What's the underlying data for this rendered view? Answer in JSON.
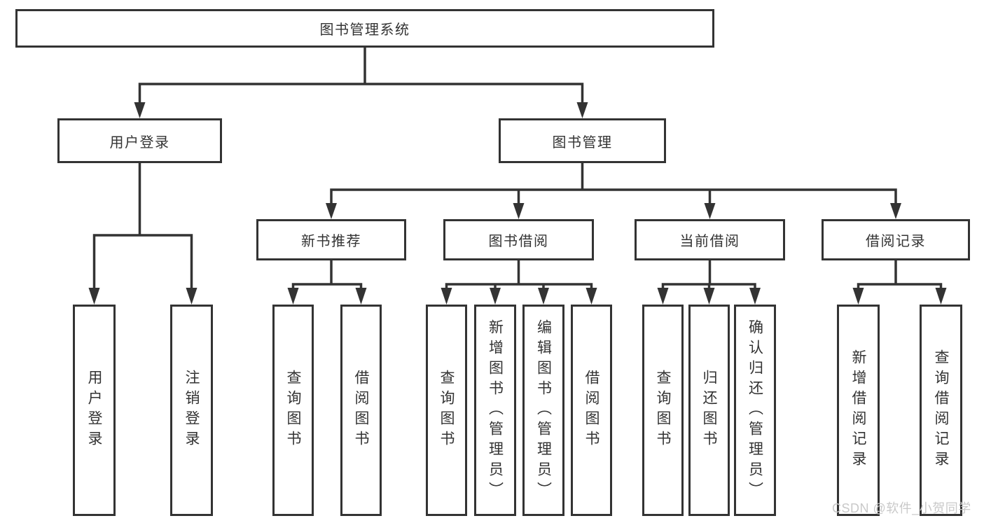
{
  "diagram": {
    "root": "图书管理系统",
    "branches": [
      {
        "label": "用户登录",
        "children": [
          "用户登录",
          "注销登录"
        ]
      },
      {
        "label": "图书管理",
        "children": [
          {
            "label": "新书推荐",
            "children": [
              "查询图书",
              "借阅图书"
            ]
          },
          {
            "label": "图书借阅",
            "children": [
              "查询图书",
              "新增图书（管理员）",
              "编辑图书（管理员）",
              "借阅图书"
            ]
          },
          {
            "label": "当前借阅",
            "children": [
              "查询图书",
              "归还图书",
              "确认归还（管理员）"
            ]
          },
          {
            "label": "借阅记录",
            "children": [
              "新增借阅记录",
              "查询借阅记录"
            ]
          }
        ]
      }
    ]
  },
  "watermark": "CSDN @软件_小贺同学",
  "colors": {
    "line": "#333333",
    "text": "#333333",
    "background": "#ffffff",
    "watermark": "#c9c9c9"
  }
}
